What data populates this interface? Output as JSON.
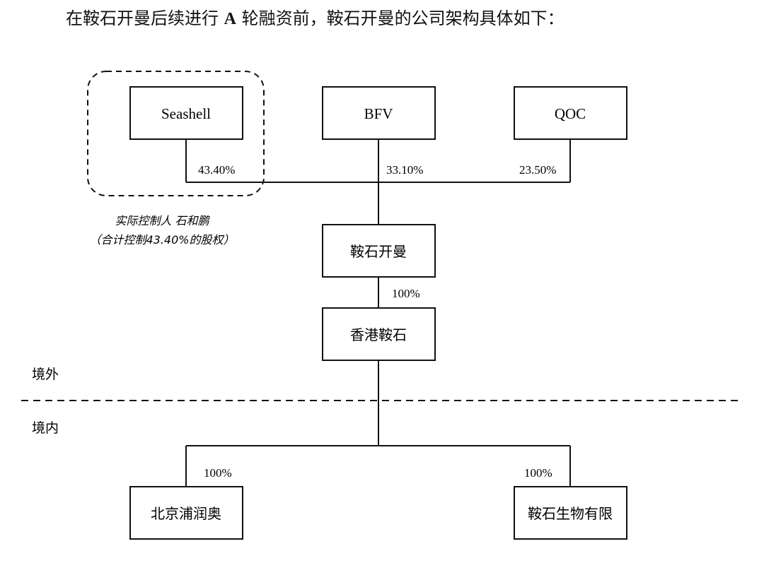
{
  "intro": {
    "prefix": "在鞍石开曼后续进行 ",
    "highlight": "A",
    "suffix": " 轮融资前，鞍石开曼的公司架构具体如下："
  },
  "shareholders": [
    {
      "name": "Seashell",
      "pct": "43.40%"
    },
    {
      "name": "BFV",
      "pct": "33.10%"
    },
    {
      "name": "QOC",
      "pct": "23.50%"
    }
  ],
  "controller_note": {
    "line1": "实际控制人 石和鹏",
    "line2": "（合计控制43.40%的股权）"
  },
  "entities": {
    "cayman": "鞍石开曼",
    "cayman_to_hk_pct": "100%",
    "hk": "香港鞍石",
    "beijing": "北京浦润奥",
    "beijing_pct": "100%",
    "bio": "鞍石生物有限",
    "bio_pct": "100%"
  },
  "regions": {
    "offshore": "境外",
    "onshore": "境内"
  }
}
